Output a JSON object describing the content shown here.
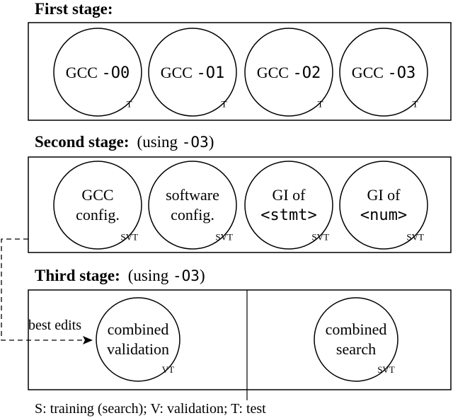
{
  "stages": [
    {
      "heading": "First stage:",
      "note_prefix": "",
      "note_code": "",
      "note_suffix": "",
      "nodes": [
        {
          "line1": [
            {
              "t": "GCC ",
              "code": false
            },
            {
              "t": "-O0",
              "code": true
            }
          ],
          "line2": [],
          "tag": "T"
        },
        {
          "line1": [
            {
              "t": "GCC ",
              "code": false
            },
            {
              "t": "-O1",
              "code": true
            }
          ],
          "line2": [],
          "tag": "T"
        },
        {
          "line1": [
            {
              "t": "GCC ",
              "code": false
            },
            {
              "t": "-O2",
              "code": true
            }
          ],
          "line2": [],
          "tag": "T"
        },
        {
          "line1": [
            {
              "t": "GCC ",
              "code": false
            },
            {
              "t": "-O3",
              "code": true
            }
          ],
          "line2": [],
          "tag": "T"
        }
      ]
    },
    {
      "heading": "Second stage:",
      "note_prefix": "(using ",
      "note_code": "-O3",
      "note_suffix": ")",
      "nodes": [
        {
          "line1": [
            {
              "t": "GCC",
              "code": false
            }
          ],
          "line2": [
            {
              "t": "config.",
              "code": false
            }
          ],
          "tag": "SVT"
        },
        {
          "line1": [
            {
              "t": "software",
              "code": false
            }
          ],
          "line2": [
            {
              "t": "config.",
              "code": false
            }
          ],
          "tag": "SVT"
        },
        {
          "line1": [
            {
              "t": "GI of",
              "code": false
            }
          ],
          "line2": [
            {
              "t": "<stmt>",
              "code": true
            }
          ],
          "tag": "SVT"
        },
        {
          "line1": [
            {
              "t": "GI of",
              "code": false
            }
          ],
          "line2": [
            {
              "t": "<num>",
              "code": true
            }
          ],
          "tag": "SVT"
        }
      ]
    },
    {
      "heading": "Third stage:",
      "note_prefix": "(using ",
      "note_code": "-O3",
      "note_suffix": ")",
      "nodes": [
        {
          "line1": [
            {
              "t": "combined",
              "code": false
            }
          ],
          "line2": [
            {
              "t": "validation",
              "code": false
            }
          ],
          "tag": "VT"
        },
        {
          "line1": [
            {
              "t": "combined",
              "code": false
            }
          ],
          "line2": [
            {
              "t": "search",
              "code": false
            }
          ],
          "tag": "SVT"
        }
      ]
    }
  ],
  "arrow_label": "best edits",
  "caption": "S: training (search); V: validation; T: test"
}
